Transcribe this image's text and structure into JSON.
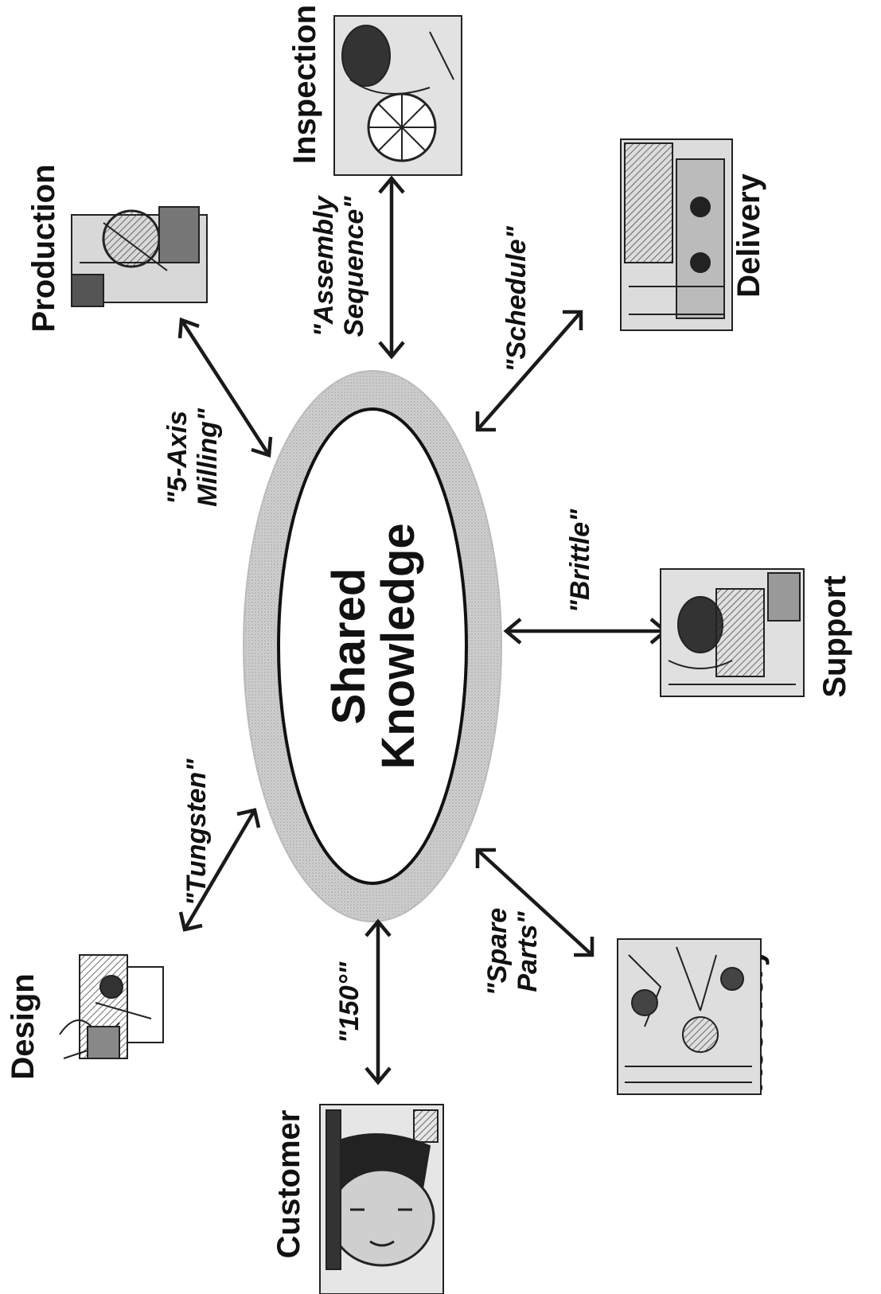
{
  "center": {
    "line1": "Shared",
    "line2": "Knowledge"
  },
  "nodes": {
    "design": "Design",
    "customer": "Customer",
    "production": "Production",
    "inspection": "Inspection",
    "delivery": "Delivery",
    "support": "Support",
    "recovery": "Recovery"
  },
  "terms": {
    "tungsten": "\"Tungsten\"",
    "degrees": "\"150°\"",
    "milling_1": "\"5-Axis",
    "milling_2": "Milling\"",
    "assembly_1": "\"Assembly",
    "assembly_2": "Sequence\"",
    "schedule": "\"Schedule\"",
    "brittle": "\"Brittle\"",
    "spare_1": "\"Spare",
    "spare_2": "Parts\""
  },
  "colors": {
    "ring": "#c8c8c8",
    "ink": "#111111"
  }
}
